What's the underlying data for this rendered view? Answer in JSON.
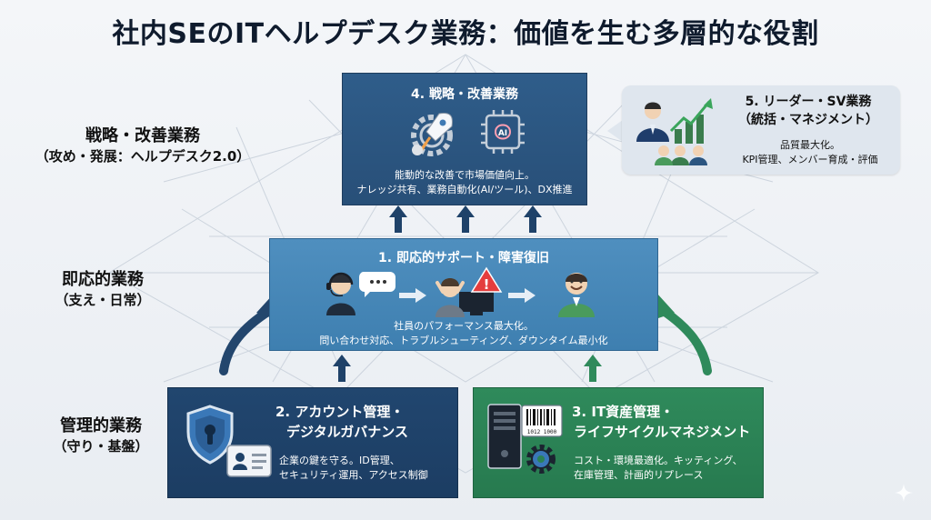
{
  "title": "社内SEのITヘルプデスク業務：価値を生む多層的な役割",
  "side_labels": [
    {
      "line1": "戦略・改善業務",
      "line2": "（攻め・発展：ヘルプデスク2.0）"
    },
    {
      "line1": "即応的業務",
      "line2": "（支え・日常）"
    },
    {
      "line1": "管理的業務",
      "line2": "（守り・基盤）"
    }
  ],
  "strategy": {
    "title": "4. 戦略・改善業務",
    "desc1": "能動的な改善で市場価値向上。",
    "desc2": "ナレッジ共有、業務自動化(AI/ツール)、DX推進",
    "icons": [
      "rocket-gear-icon",
      "ai-chip-icon"
    ]
  },
  "support": {
    "title": "1. 即応的サポート・障害復旧",
    "desc1": "社員のパフォーマンス最大化。",
    "desc2": "問い合わせ対応、トラブルシューティング、ダウンタイム最小化",
    "icons": [
      "headset-agent-icon",
      "stressed-user-icon",
      "happy-user-icon"
    ]
  },
  "account": {
    "title1": "2. アカウント管理・",
    "title2": "デジタルガバナンス",
    "desc1": "企業の鍵を守る。ID管理、",
    "desc2": "セキュリティ運用、アクセス制御",
    "icons": [
      "shield-lock-icon",
      "id-card-icon"
    ]
  },
  "asset": {
    "title1": "3. IT資産管理・",
    "title2": "ライフサイクルマネジメント",
    "desc1": "コスト・環境最適化。キッティング、",
    "desc2": "在庫管理、計画的リプレース",
    "barcode_text": "1012 1000",
    "icons": [
      "server-tower-icon",
      "barcode-tag-icon",
      "gear-icon"
    ]
  },
  "sv": {
    "title": "5. リーダー・SV業務",
    "subtitle": "（統括・マネジメント）",
    "desc1": "品質最大化。",
    "desc2": "KPI管理、メンバー育成・評価",
    "icons": [
      "leader-chart-icon"
    ]
  },
  "colors": {
    "strategy": "#2b5580",
    "support": "#4688b8",
    "account": "#1f4269",
    "asset": "#2b8255",
    "sv_card": "#dfe6ee",
    "arrow": "#1f4269"
  }
}
